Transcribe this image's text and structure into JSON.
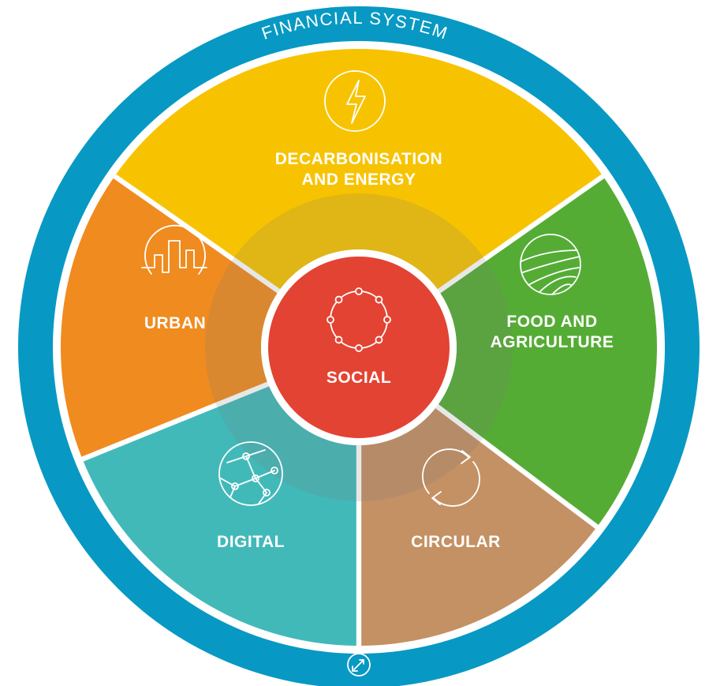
{
  "ring": {
    "title": "FINANCIAL SYSTEM",
    "color": "#0799c3",
    "bottom_icon": "finance-arrows-icon"
  },
  "center": {
    "label": "SOCIAL",
    "color": "#e34333",
    "icon": "people-circle-icon"
  },
  "segments": [
    {
      "id": "decarbonisation",
      "lines": [
        "DECARBONISATION",
        "AND ENERGY"
      ],
      "color": "#f7c300",
      "icon": "lightning-icon"
    },
    {
      "id": "food",
      "lines": [
        "FOOD AND",
        "AGRICULTURE"
      ],
      "color": "#55ac35",
      "icon": "field-icon"
    },
    {
      "id": "circular",
      "lines": [
        "CIRCULAR"
      ],
      "color": "#c49164",
      "icon": "recycle-arrows-icon"
    },
    {
      "id": "digital",
      "lines": [
        "DIGITAL"
      ],
      "color": "#42b9b9",
      "icon": "network-globe-icon"
    },
    {
      "id": "urban",
      "lines": [
        "URBAN"
      ],
      "color": "#f08b1f",
      "icon": "city-icon"
    }
  ]
}
